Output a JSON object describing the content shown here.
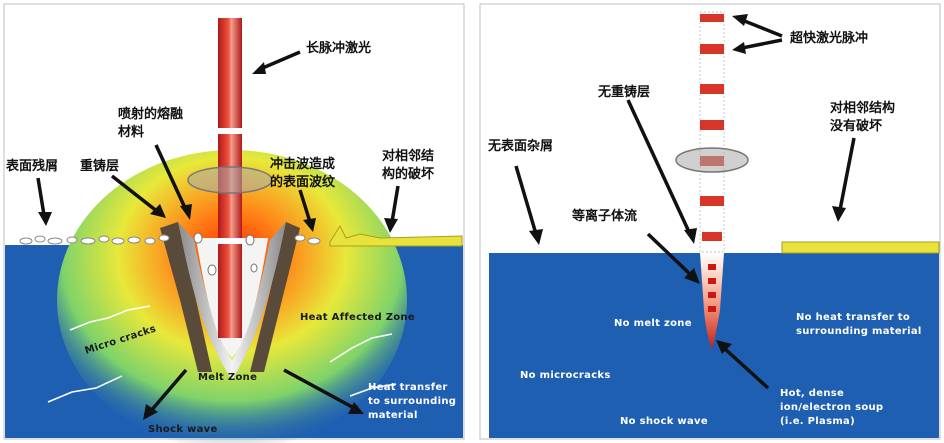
{
  "left_panel": {
    "label_long_pulse": "长脉冲激光",
    "label_ejected_melt_l1": "喷射的熔融",
    "label_ejected_melt_l2": "材料",
    "label_surface_debris": "表面残屑",
    "label_recast_layer": "重铸层",
    "label_shock_ripple_l1": "冲击波造成",
    "label_shock_ripple_l2": "的表面波纹",
    "label_adjacent_damage_l1": "对相邻结",
    "label_adjacent_damage_l2": "构的破坏",
    "label_micro_cracks": "Micro cracks",
    "label_heat_affected_zone": "Heat Affected Zone",
    "label_melt_zone": "Melt Zone",
    "label_heat_transfer_l1": "Heat transfer",
    "label_heat_transfer_l2": "to surrounding",
    "label_heat_transfer_l3": "material",
    "label_shock_wave": "Shock wave"
  },
  "right_panel": {
    "label_ultrafast_pulse": "超快激光脉冲",
    "label_no_recast": "无重铸层",
    "label_no_adjacent_damage_l1": "对相邻结构",
    "label_no_adjacent_damage_l2": "没有破坏",
    "label_no_surface_debris": "无表面杂屑",
    "label_plasma_flow": "等离子体流",
    "label_no_melt_zone": "No melt zone",
    "label_no_heat_transfer_l1": "No heat transfer to",
    "label_no_heat_transfer_l2": "surrounding material",
    "label_no_microcracks": "No microcracks",
    "label_no_shock_wave": "No shock wave",
    "label_hot_dense_l1": "Hot, dense",
    "label_hot_dense_l2": "ion/electron soup",
    "label_hot_dense_l3": "(i.e. Plasma)"
  },
  "colors": {
    "material_blue": "#1f5fb2",
    "laser_red": "#d8352a",
    "coating_yellow": "#e8e23a"
  }
}
